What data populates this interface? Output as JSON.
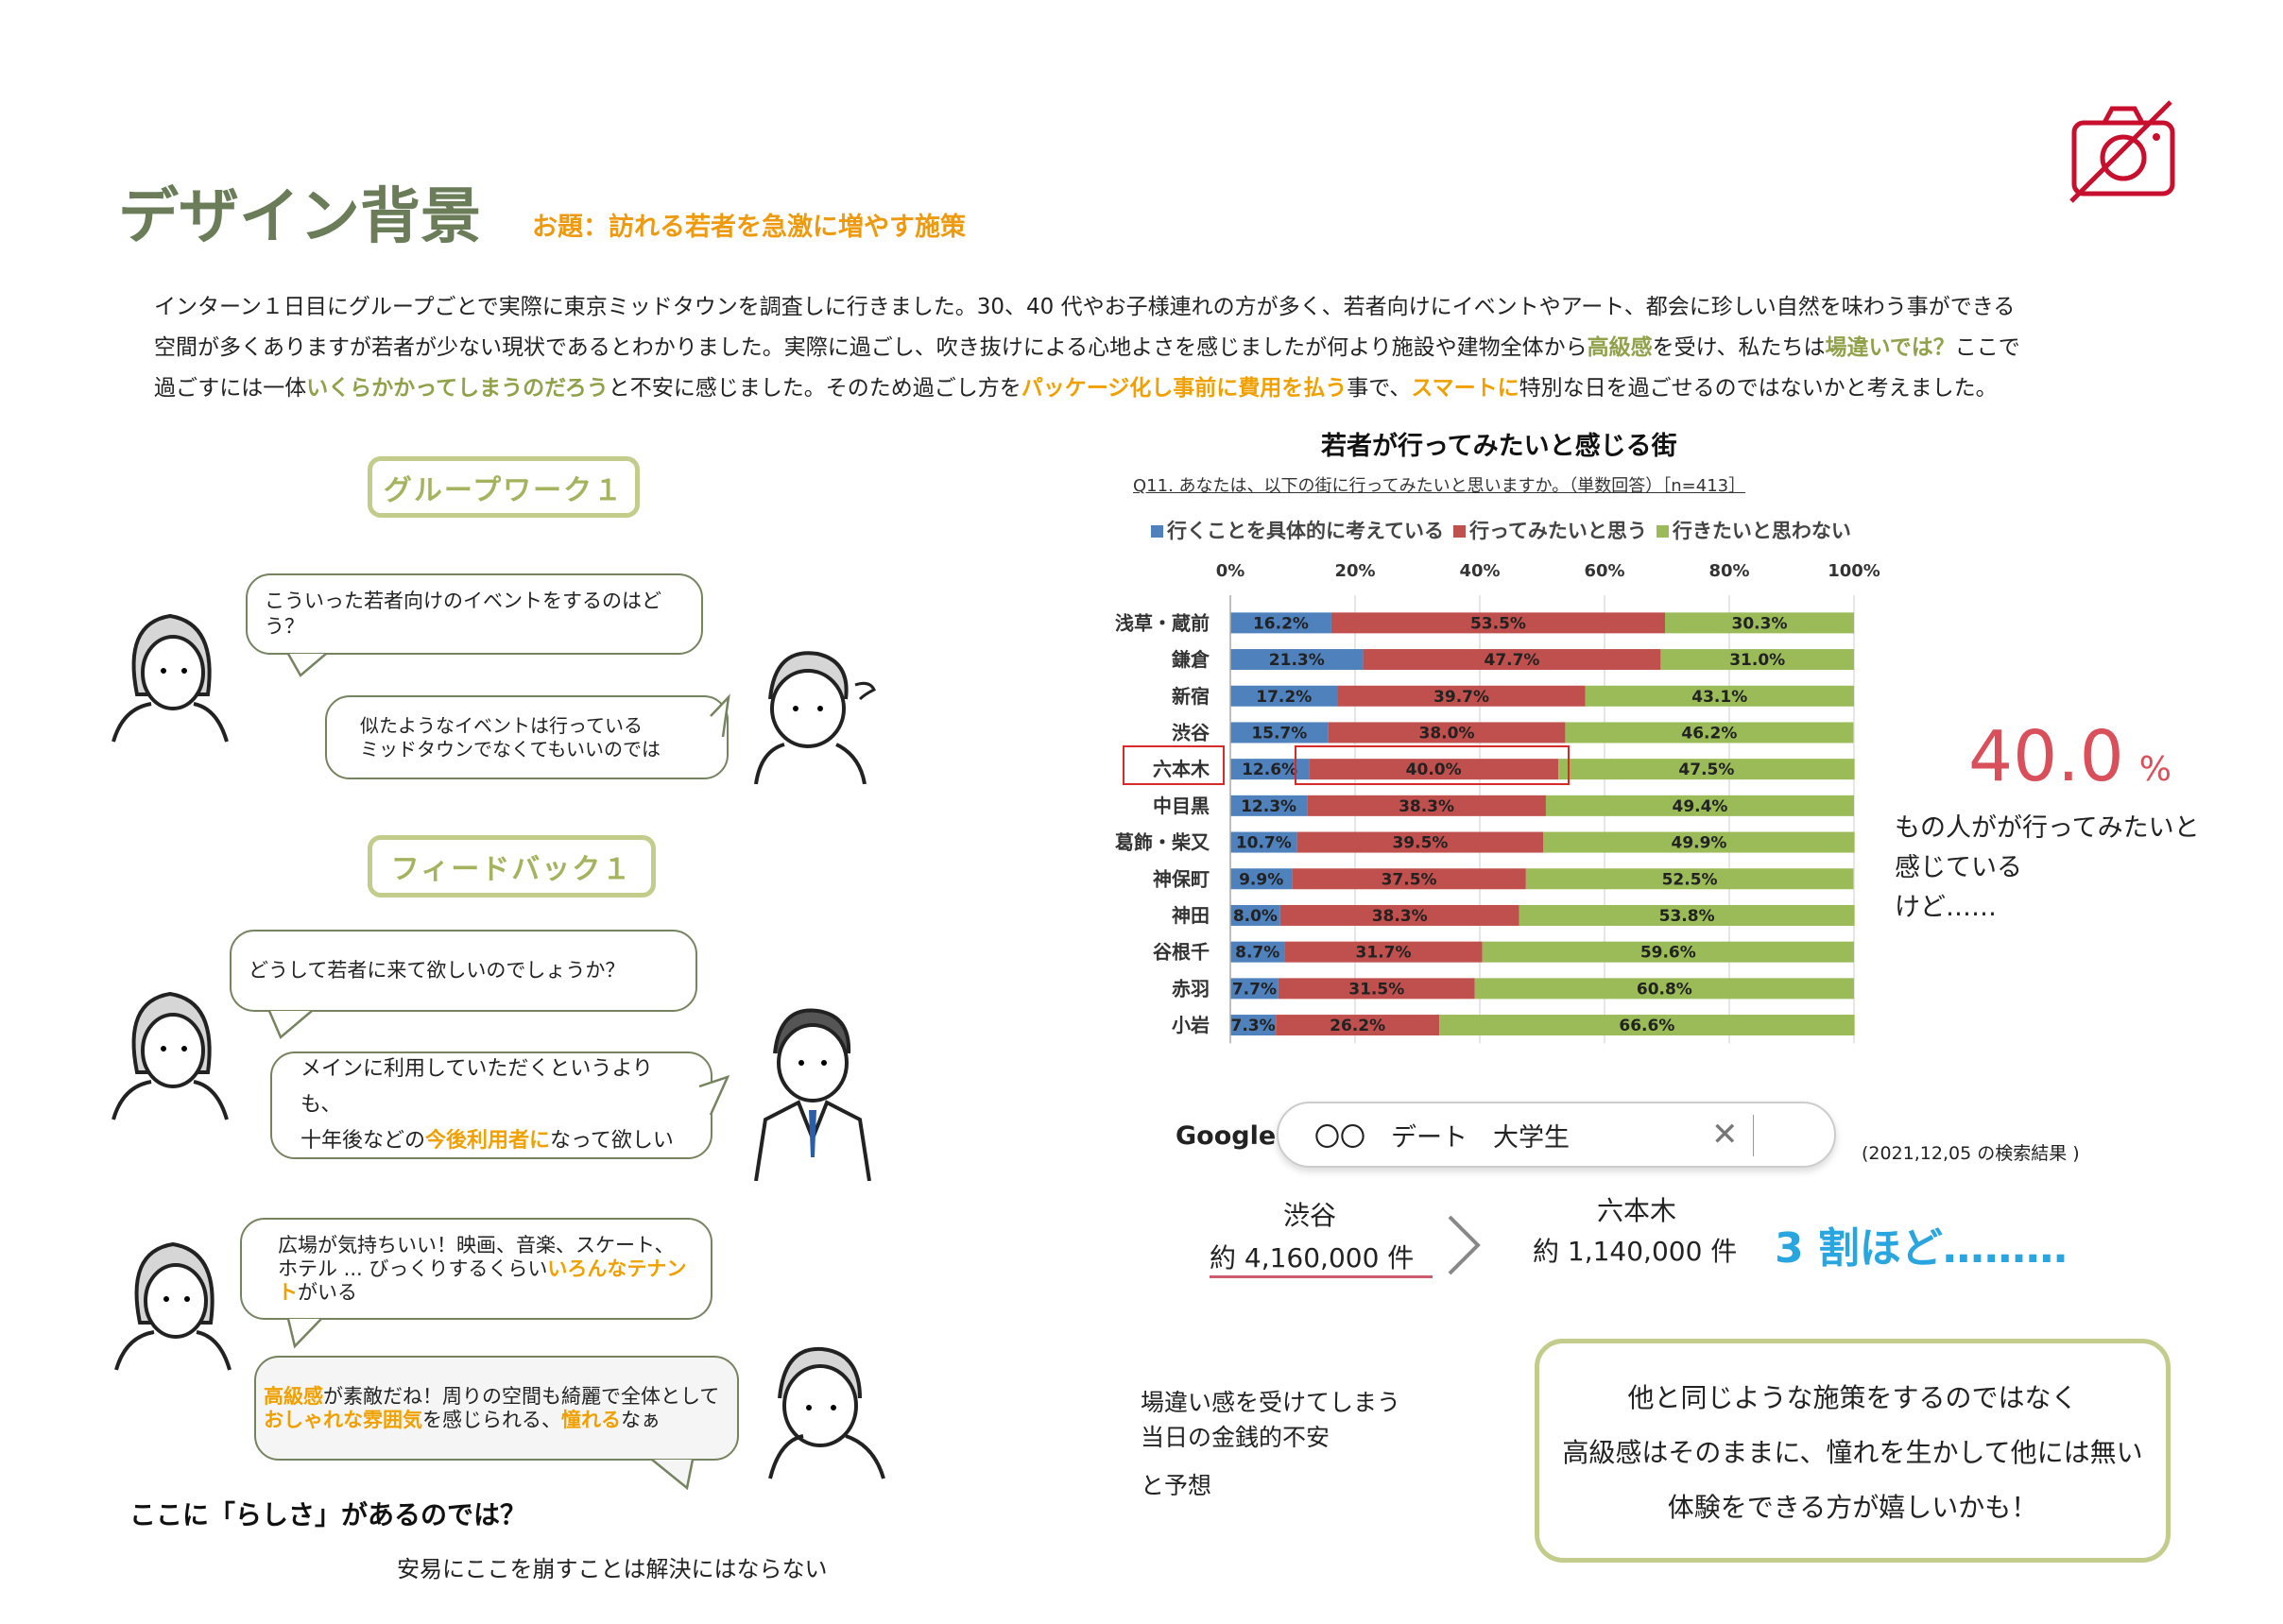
{
  "header": {
    "title": "デザイン背景",
    "subtitle": "お題：訪れる若者を急激に増やす施策",
    "camera_icon": "no-camera-icon"
  },
  "intro": {
    "line1": "インターン１日目にグループごとで実際に東京ミッドタウンを調査しに行きました。30、40 代やお子様連れの方が多く、若者向けにイベントやアート、都会に珍しい自然を味わう事ができる",
    "line2a": "空間が多くありますが若者が少ない現状であるとわかりました。実際に過ごし、吹き抜けによる心地よさを感じましたが何より施設や建物全体から",
    "line2b": "高級感",
    "line2c": "を受け、私たちは",
    "line2d": "場違いでは？",
    "line2e": "ここで",
    "line3a": "過ごすには一体",
    "line3b": "いくらかかってしまうのだろう",
    "line3c": "と不安に感じました。そのため過ごし方を",
    "line3d": "パッケージ化し事前に費用を払う",
    "line3e": "事で、",
    "line3f": "スマートに",
    "line3g": "特別な日を過ごせるのではないかと考えました。"
  },
  "group_work": {
    "label": "グループワーク１",
    "bubble1": "こういった若者向けのイベントをするのはどう？",
    "bubble2a": "似たようなイベントは行っている",
    "bubble2b": "ミッドタウンでなくてもいいのでは"
  },
  "feedback": {
    "label": "フィードバック１",
    "bubble1": "どうして若者に来て欲しいのでしょうか？",
    "bubble2a": "メインに利用していただくというよりも、",
    "bubble2b": "十年後などの",
    "bubble2c": "今後利用者に",
    "bubble2d": "なって欲しい"
  },
  "discussion": {
    "bubble1a": "広場が気持ちいい！映画、音楽、スケート、ホテル ... びっくりするくらい",
    "bubble1b": "いろんなテナント",
    "bubble1c": "がいる",
    "bubble2a": "高級感",
    "bubble2b": "が素敵だね！周りの空間も綺麗で全体として",
    "bubble2c": "おしゃれな雰囲気",
    "bubble2d": "を感じられる、",
    "bubble2e": "憧れる",
    "bubble2f": "なぁ",
    "conclusion": "ここに「らしさ」があるのでは？",
    "note": "安易にここを崩すことは解決にはならない"
  },
  "chart_data": {
    "type": "bar",
    "stacked": true,
    "orientation": "horizontal",
    "title": "若者が行ってみたいと感じる街",
    "subtitle": "Q11. あなたは、以下の街に行ってみたいと思いますか。（単数回答）［n=413］",
    "x_ticks": [
      "0%",
      "20%",
      "40%",
      "60%",
      "80%",
      "100%"
    ],
    "xlim": [
      0,
      100
    ],
    "categories": [
      "浅草・蔵前",
      "鎌倉",
      "新宿",
      "渋谷",
      "六本木",
      "中目黒",
      "葛飾・柴又",
      "神保町",
      "神田",
      "谷根千",
      "赤羽",
      "小岩"
    ],
    "series": [
      {
        "name": "行くことを具体的に考えている",
        "color": "#4f81bd",
        "values": [
          16.2,
          21.3,
          17.2,
          15.7,
          12.6,
          12.3,
          10.7,
          9.9,
          8.0,
          8.7,
          7.7,
          7.3
        ]
      },
      {
        "name": "行ってみたいと思う",
        "color": "#c0504d",
        "values": [
          53.5,
          47.7,
          39.7,
          38.0,
          40.0,
          38.3,
          39.5,
          37.5,
          38.3,
          31.7,
          31.5,
          26.2
        ]
      },
      {
        "name": "行きたいと思わない",
        "color": "#9bbb59",
        "values": [
          30.3,
          31.0,
          43.1,
          46.2,
          47.5,
          49.4,
          49.9,
          52.5,
          53.8,
          59.6,
          60.8,
          66.6
        ]
      }
    ],
    "highlight": "六本木"
  },
  "stat": {
    "value": "40.0",
    "unit": "%",
    "line1": "もの人がが行ってみたいと",
    "line2": "感じている",
    "line3": "けど……"
  },
  "search": {
    "brand": "Google",
    "query": "〇〇　デート　大学生",
    "date_note": "(2021,12,05 の検索結果 )"
  },
  "comparison": {
    "a_name": "渋谷",
    "a_count": "約 4,160,000 件",
    "b_name": "六本木",
    "b_count": "約 1,140,000 件",
    "ratio": "3 割ほど………"
  },
  "prediction": {
    "line1": "場違い感を受けてしまう",
    "line2": "当日の金銭的不安",
    "line3": "と予想"
  },
  "proposal": {
    "line1": "他と同じような施策をするのではなく",
    "line2": "高級感はそのままに、憧れを生かして他には無い",
    "line3": "体験をできる方が嬉しいかも！"
  }
}
